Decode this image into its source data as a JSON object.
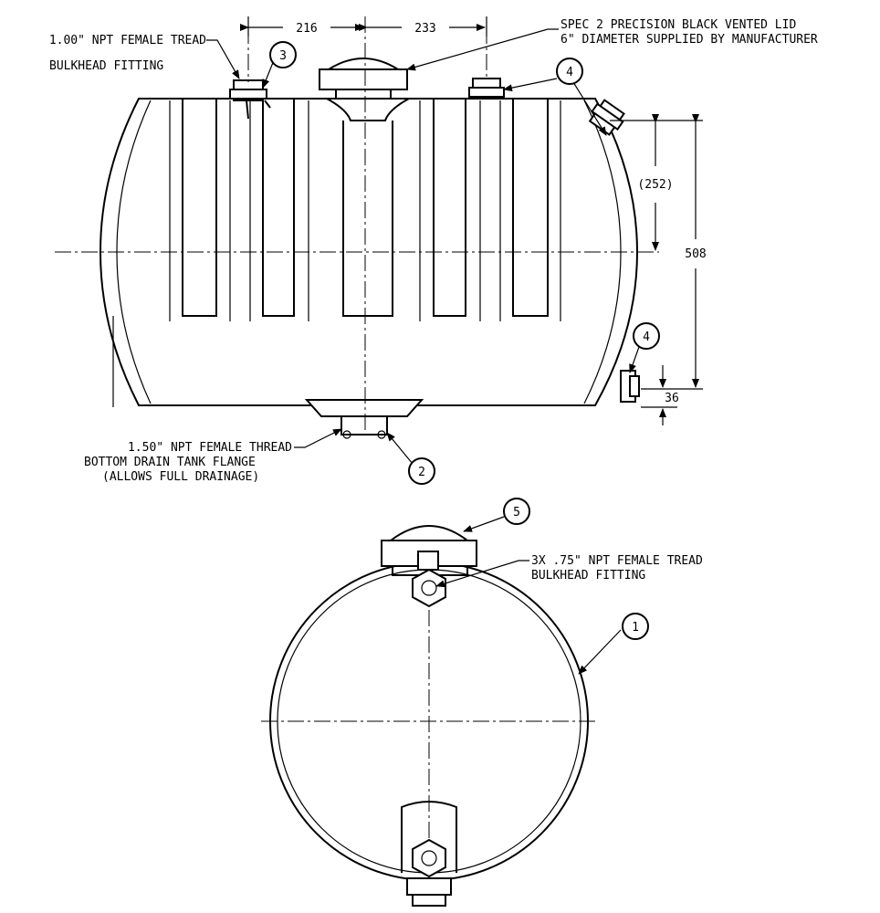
{
  "dimensions": {
    "d216": "216",
    "d233": "233",
    "d252": "(252)",
    "d508": "508",
    "d36": "36"
  },
  "notes": {
    "lid_line1": "SPEC 2 PRECISION BLACK VENTED LID",
    "lid_line2": "6\" DIAMETER SUPPLIED BY MANUFACTURER",
    "top_fitting_line1": "1.00\" NPT FEMALE TREAD",
    "top_fitting_line2": "BULKHEAD FITTING",
    "drain_line1": "1.50\" NPT FEMALE THREAD",
    "drain_line2": "BOTTOM DRAIN TANK FLANGE",
    "drain_line3": "(ALLOWS FULL DRAINAGE)",
    "side_fitting_line1": "3X .75\" NPT FEMALE TREAD",
    "side_fitting_line2": "BULKHEAD FITTING"
  },
  "balloons": {
    "b3": "3",
    "b4a": "4",
    "b4b": "4",
    "b2": "2",
    "b5": "5",
    "b1": "1"
  }
}
